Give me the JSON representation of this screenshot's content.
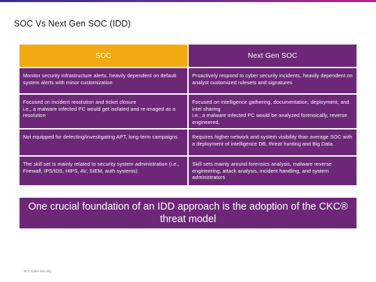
{
  "slide": {
    "title": "SOC Vs Next Gen SOC (IDD)",
    "footer": "SFC Cyber Security"
  },
  "table": {
    "headers": [
      "SOC",
      "Next Gen SOC"
    ],
    "rows": [
      {
        "soc": "Monitor security infrastructure alerts, heavily dependent on default system alerts with minor customization",
        "nextgen": "Proactively respond to cyber security incidents, heavily dependent on analyst customized rulesets and signatures"
      },
      {
        "soc": "Focused on incident resolution and ticket closure\ni.e., a malware infected PC would get isolated and re-imaged as a resolution",
        "nextgen": "Focused on intelligence gathering, documentation, deployment, and intel sharing\ni.e., a malware infected PC would be analyzed forensically, reverse engineered,"
      },
      {
        "soc": "Not equipped for detecting/investigating APT, long-term campaigns",
        "nextgen": "Requires higher network and system visibility than average SOC with a deployment of intelligence DB, threat hunting and Big Data."
      },
      {
        "soc": "The skill set is mainly related to security system administration (i.e., Firewall, IPS/IDS, HIPS, AV, SIEM, auth systems)",
        "nextgen": "Skill sets mainly around forensics analysis, malware reverse engineering, attack analysis, incident handling, and system administrators"
      }
    ]
  },
  "banner": {
    "text": "One crucial foundation of an IDD approach is the adoption of the CKC® threat model"
  },
  "colors": {
    "header_soc": "#f2aa12",
    "purple": "#6c2877"
  }
}
